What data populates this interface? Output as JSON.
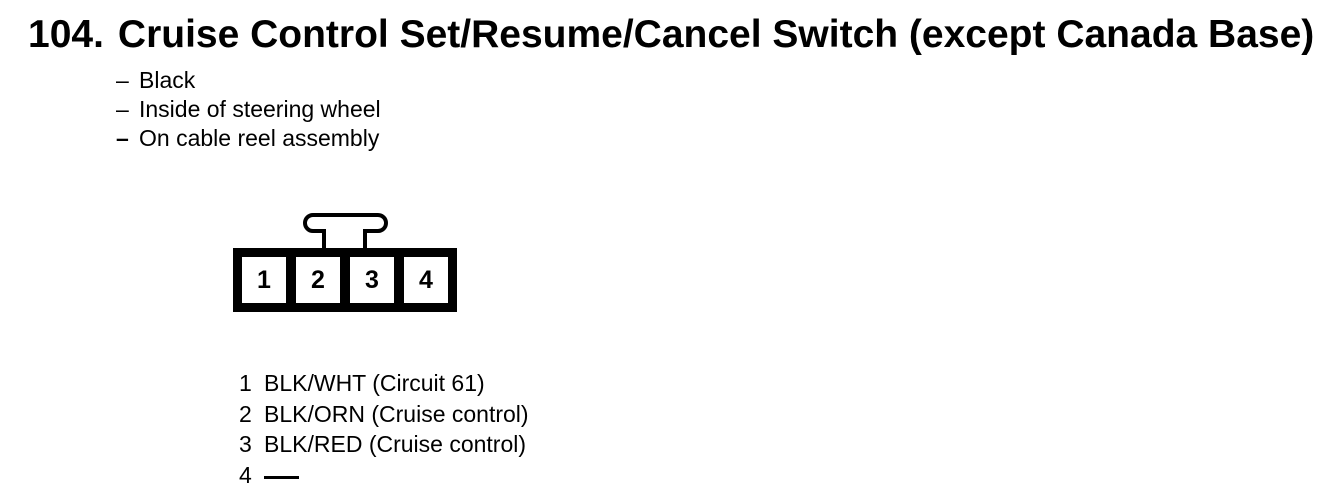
{
  "colors": {
    "ink": "#000000",
    "paper": "#ffffff"
  },
  "header": {
    "number": "104.",
    "title": "Cruise Control Set/Resume/Cancel Switch (except Canada Base)"
  },
  "location_notes": [
    {
      "dash": "–",
      "text": "Black"
    },
    {
      "dash": "–",
      "text": "Inside of steering wheel"
    },
    {
      "dash": "–",
      "text": "On cable reel assembly"
    }
  ],
  "connector": {
    "description": "4-cavity connector, front view, latch tab on top",
    "cavities": [
      "1",
      "2",
      "3",
      "4"
    ]
  },
  "pinout": [
    {
      "pin": "1",
      "wire": "BLK/WHT (Circuit 61)"
    },
    {
      "pin": "2",
      "wire": "BLK/ORN (Cruise control)"
    },
    {
      "pin": "3",
      "wire": "BLK/RED (Cruise control)"
    },
    {
      "pin": "4",
      "wire": "",
      "no_connection": true
    }
  ]
}
